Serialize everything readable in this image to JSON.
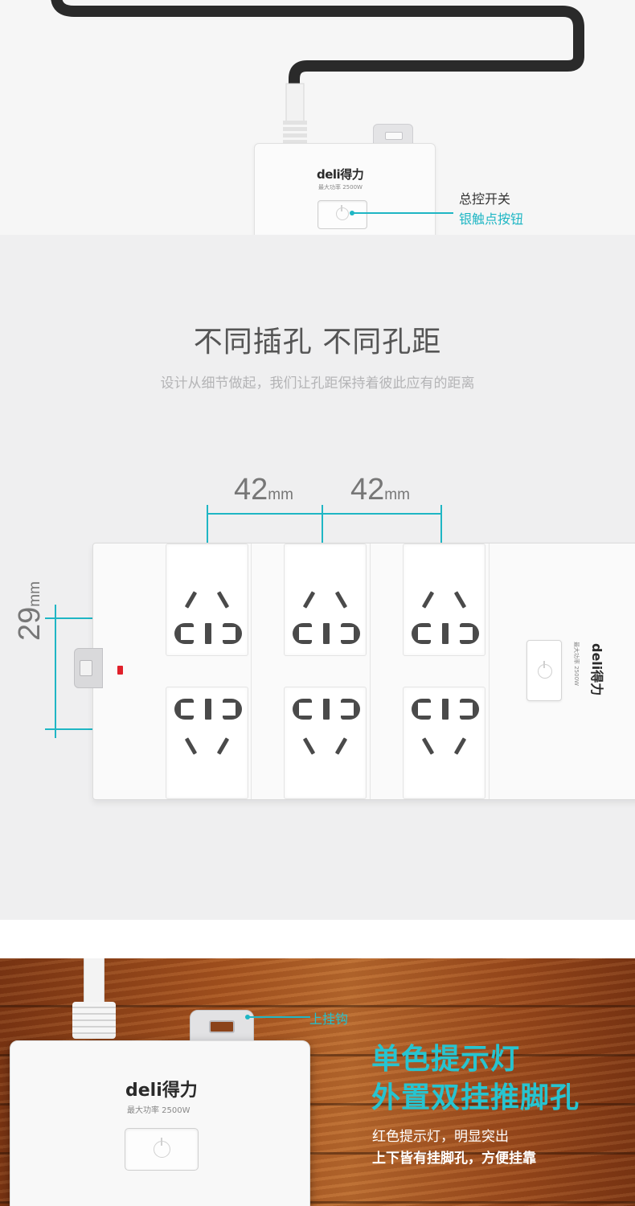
{
  "section_top": {
    "logo": "deli得力",
    "spec": "最大功率  2500W",
    "callout_title": "总控开关",
    "callout_sub": "银触点按钮"
  },
  "section_spacing": {
    "title": "不同插孔 不同孔距",
    "subtitle": "设计从细节做起，我们让孔距保持着彼此应有的距离",
    "dim_horizontal": [
      {
        "value": "42",
        "unit": "mm"
      },
      {
        "value": "42",
        "unit": "mm"
      }
    ],
    "dim_vertical": {
      "value": "29",
      "unit": "mm"
    },
    "strip_logo": "deli得力",
    "strip_spec": "最大功率  2500W"
  },
  "section_wood": {
    "hook_label": "上挂钩",
    "logo": "deli得力",
    "spec": "最大功率   2500W",
    "headline_1": "单色提示灯",
    "headline_2": "外置双挂推脚孔",
    "desc_1": "红色提示灯，明显突出",
    "desc_2": "上下皆有挂脚孔，方便挂靠"
  },
  "colors": {
    "accent": "#1fb6c4",
    "led": "#e0202a"
  }
}
